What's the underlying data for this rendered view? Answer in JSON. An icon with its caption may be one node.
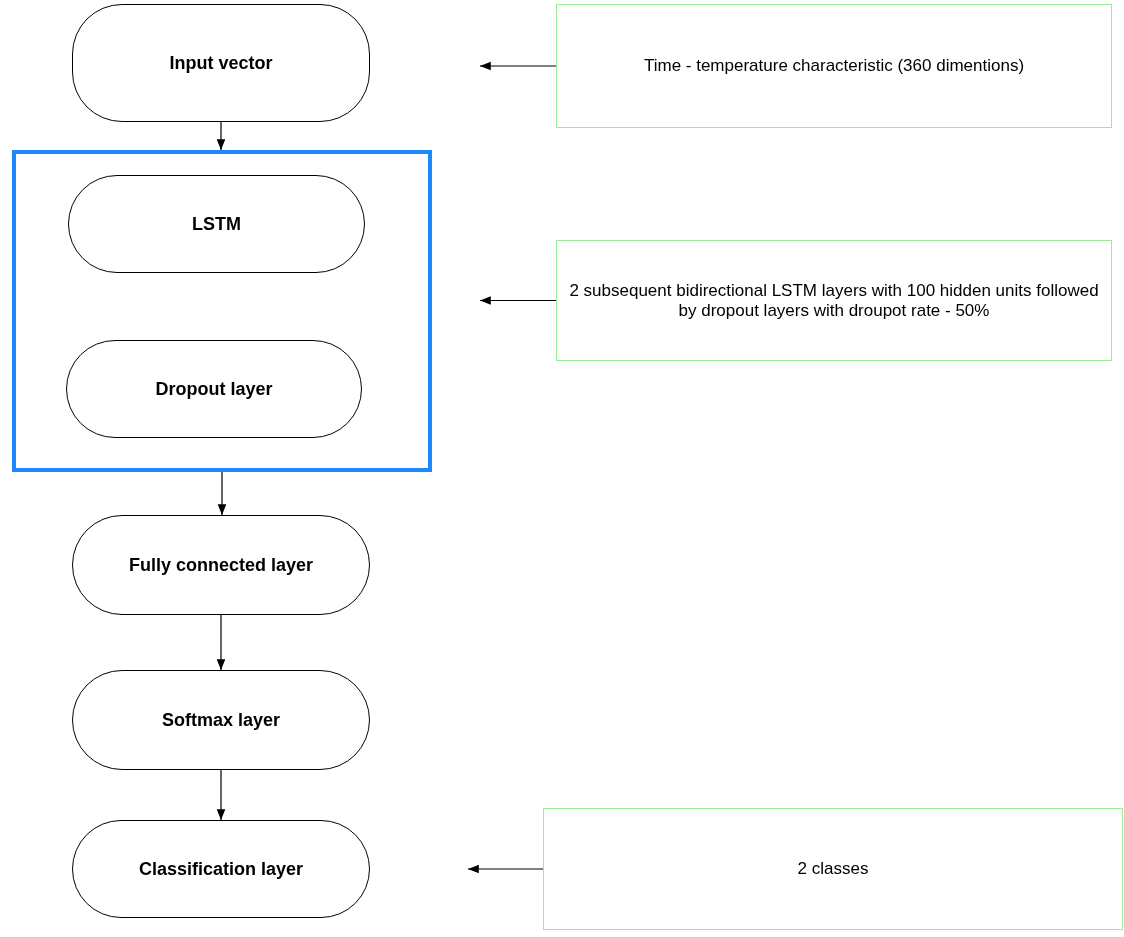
{
  "diagram": {
    "nodes": [
      {
        "text": [
          "Input vector"
        ]
      },
      {
        "text": [
          "Time - temperature characteristic (360 dimentions)"
        ]
      },
      {
        "text": [],
        "shape": "box"
      },
      {
        "text": [
          "LSTM"
        ],
        "in": 2
      },
      {
        "text": [
          "Dropout layer"
        ],
        "in": 2
      },
      {
        "text": [
          "2 subsequent bidirectional LSTM layers with 100 hidden units followed by dropout layers with droupot rate - 50%"
        ]
      },
      {
        "text": [
          "Fully connected layer"
        ]
      },
      {
        "text": [
          "Softmax layer"
        ]
      },
      {
        "text": [
          "Classification layer"
        ]
      },
      {
        "text": [
          "2 classes"
        ]
      }
    ],
    "edges": [
      {
        "from": 1,
        "to": null,
        "arrow": "to"
      },
      {
        "from": 0,
        "to": 2,
        "arrow": "to"
      },
      {
        "from": 5,
        "to": null,
        "arrow": "to"
      },
      {
        "from": 2,
        "to": 6,
        "arrow": "to"
      },
      {
        "from": 6,
        "to": 7,
        "arrow": "to"
      },
      {
        "from": 7,
        "to": 8,
        "arrow": "to"
      },
      {
        "from": 9,
        "to": null,
        "arrow": "to"
      }
    ]
  }
}
